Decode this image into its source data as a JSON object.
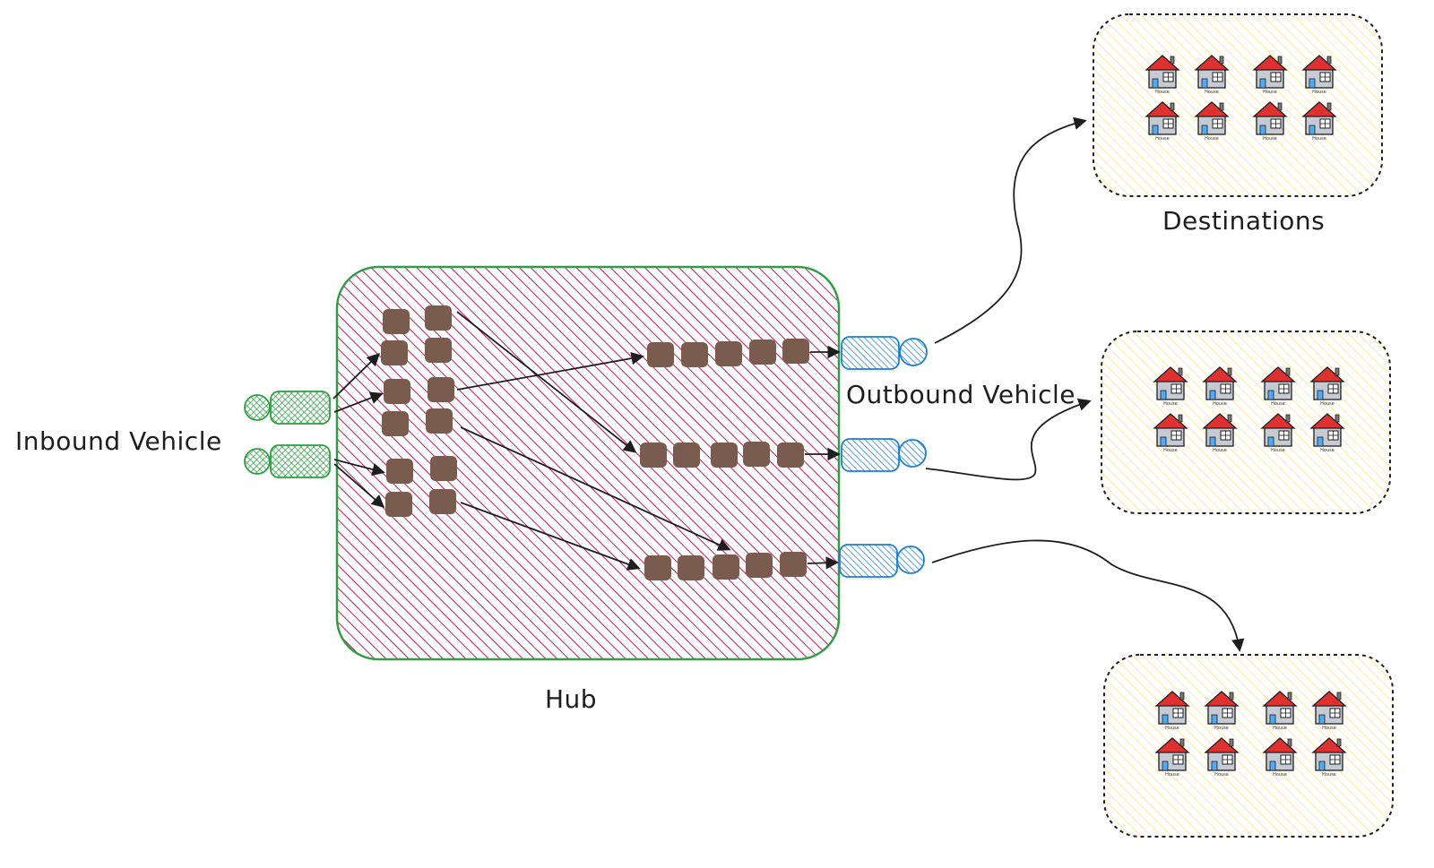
{
  "labels": {
    "inbound": "Inbound Vehicle",
    "outbound": "Outbound Vehicle",
    "hub": "Hub",
    "destinations": "Destinations",
    "house": "House"
  },
  "colors": {
    "hub_fill": "#c2185b",
    "hub_border": "#2f9e44",
    "inbound_vehicle": "#2f9e44",
    "outbound_vehicle": "#1c7ed6",
    "parcel": "#7a5c4f",
    "destination_fill": "#f6e58d",
    "house_roof": "#e03131",
    "house_wall": "#c5cad3",
    "arrow": "#1e1e1e"
  },
  "icons": {
    "inbound_vehicle": "vehicle-icon",
    "outbound_vehicle": "vehicle-icon",
    "destination_item": "house-icon",
    "parcel": "parcel-block"
  }
}
